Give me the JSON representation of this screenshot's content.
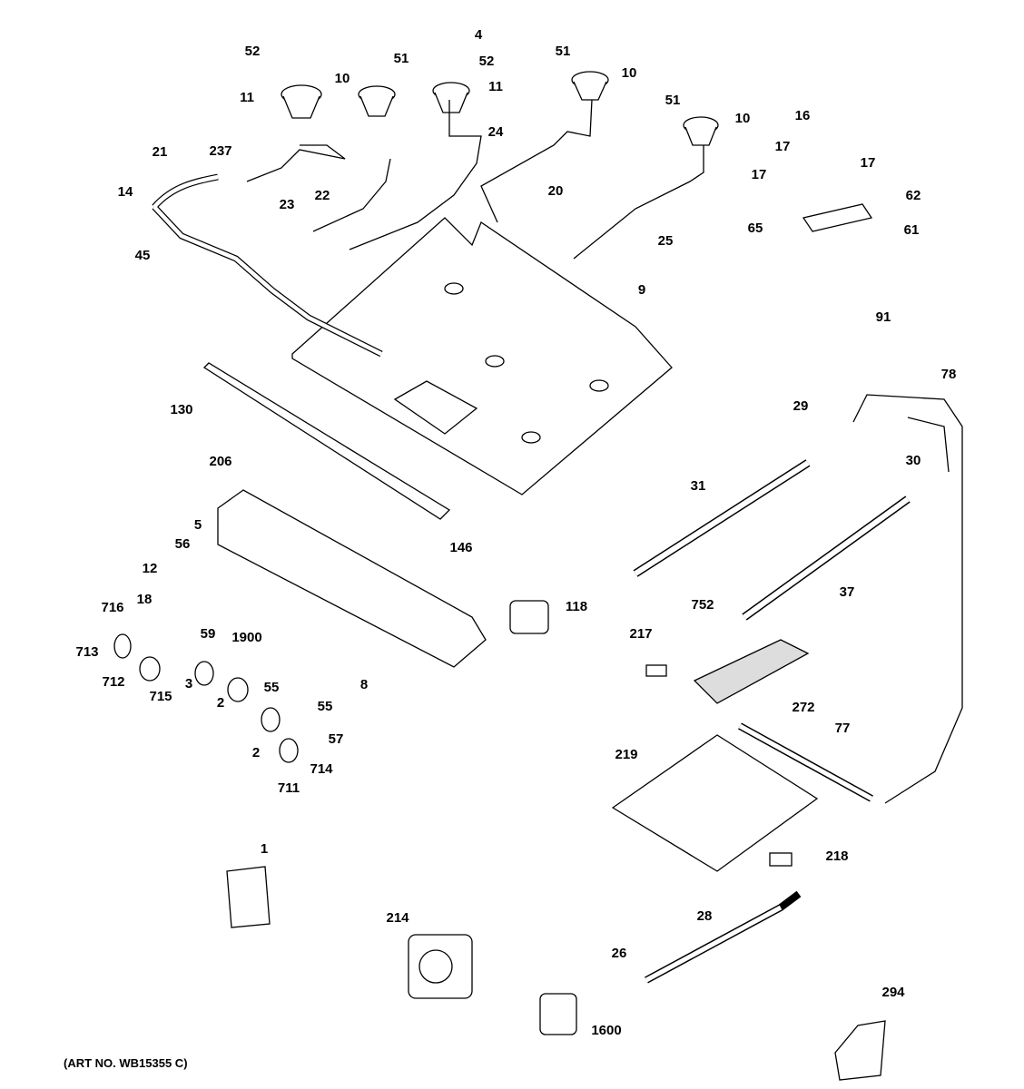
{
  "diagram": {
    "art_number": "(ART NO. WB15355 C)",
    "callouts": [
      "52",
      "4",
      "52",
      "51",
      "10",
      "51",
      "11",
      "11",
      "10",
      "51",
      "10",
      "16",
      "17",
      "17",
      "17",
      "62",
      "21",
      "237",
      "24",
      "14",
      "23",
      "22",
      "20",
      "65",
      "61",
      "25",
      "45",
      "9",
      "91",
      "78",
      "130",
      "29",
      "206",
      "31",
      "30",
      "5",
      "146",
      "56",
      "12",
      "18",
      "118",
      "752",
      "37",
      "716",
      "59",
      "1900",
      "217",
      "713",
      "712",
      "715",
      "3",
      "8",
      "55",
      "55",
      "272",
      "2",
      "2",
      "57",
      "77",
      "714",
      "711",
      "219",
      "218",
      "1",
      "28",
      "214",
      "26",
      "294",
      "1600"
    ],
    "line_color": "#000000"
  }
}
